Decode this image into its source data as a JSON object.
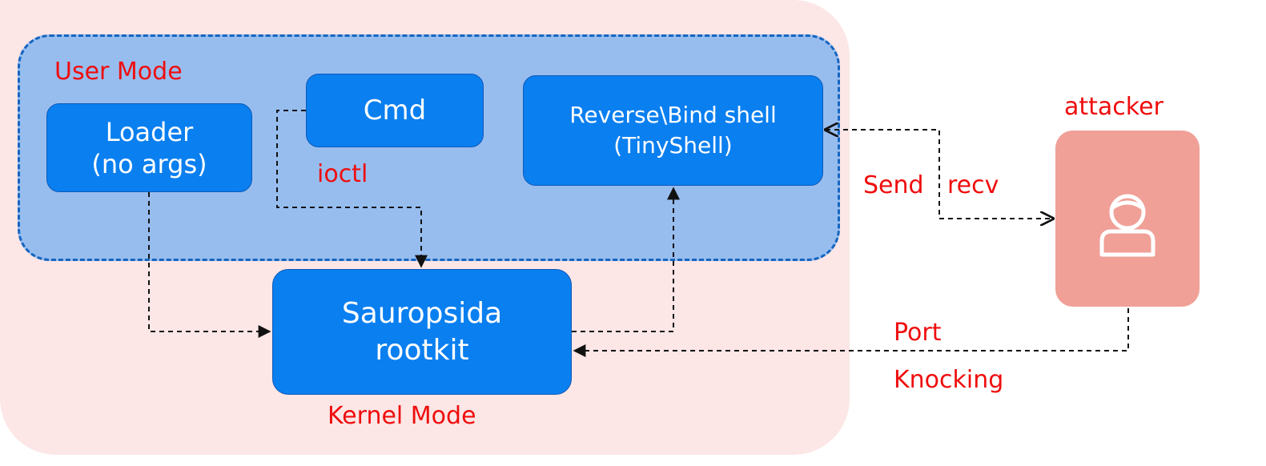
{
  "regions": {
    "user_mode_label": "User Mode",
    "kernel_mode_label": "Kernel Mode"
  },
  "nodes": {
    "loader": [
      "Loader",
      "(no args)"
    ],
    "cmd": "Cmd",
    "shell": [
      "Reverse\\Bind shell",
      "(TinyShell)"
    ],
    "rootkit": [
      "Sauropsida",
      "rootkit"
    ],
    "attacker": "attacker"
  },
  "edge_labels": {
    "ioctl": "ioctl",
    "send": "Send",
    "recv": "recv",
    "port": "Port",
    "knocking": "Knocking"
  },
  "icons": {
    "attacker": "user-icon"
  },
  "colors": {
    "kernel_region": "#fce6e6",
    "user_region": "#97bdef",
    "user_region_border": "#1565c0",
    "node_fill": "#0a7ff0",
    "attacker_fill": "#f0a097",
    "label_text": "#ef0d0d",
    "edge": "#111111"
  }
}
